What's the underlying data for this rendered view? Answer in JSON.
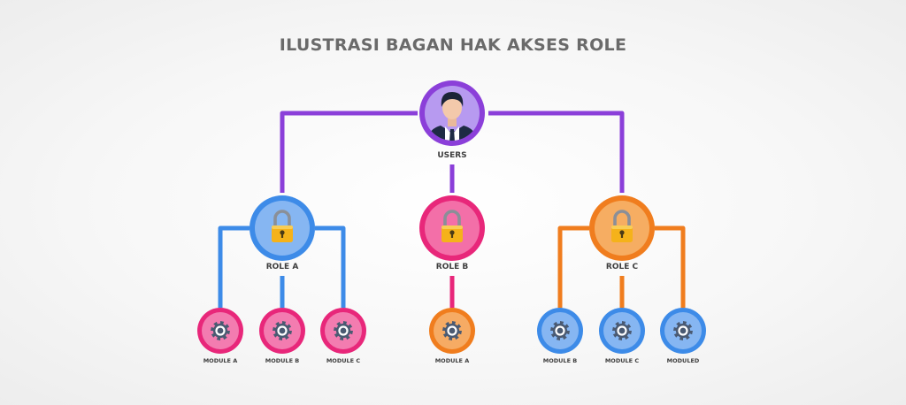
{
  "title": "ILUSTRASI BAGAN HAK AKSES ROLE",
  "colors": {
    "user": "#8b3fd9",
    "role_a": "#3d8be8",
    "role_b": "#e8277a",
    "role_c": "#f07d1e",
    "module_pink": "#e8277a",
    "module_orange": "#f07d1e",
    "module_blue": "#3d8be8",
    "lock_gold": "#f5b21a",
    "gear": "#4a5a72"
  },
  "user": {
    "label": "USERS",
    "icon": "user-avatar-icon",
    "color": "user"
  },
  "roles": [
    {
      "label": "ROLE A",
      "icon": "padlock-icon",
      "color": "role_a",
      "modules": [
        {
          "label": "MODULE A",
          "icon": "gear-icon",
          "color": "module_pink"
        },
        {
          "label": "MODULE B",
          "icon": "gear-icon",
          "color": "module_pink"
        },
        {
          "label": "MODULE C",
          "icon": "gear-icon",
          "color": "module_pink"
        }
      ]
    },
    {
      "label": "ROLE B",
      "icon": "padlock-icon",
      "color": "role_b",
      "modules": [
        {
          "label": "MODULE A",
          "icon": "gear-icon",
          "color": "module_orange"
        }
      ]
    },
    {
      "label": "ROLE C",
      "icon": "padlock-icon",
      "color": "role_c",
      "modules": [
        {
          "label": "MODULE B",
          "icon": "gear-icon",
          "color": "module_blue"
        },
        {
          "label": "MODULE C",
          "icon": "gear-icon",
          "color": "module_blue"
        },
        {
          "label": "MODULED",
          "icon": "gear-icon",
          "color": "module_blue"
        }
      ]
    }
  ]
}
